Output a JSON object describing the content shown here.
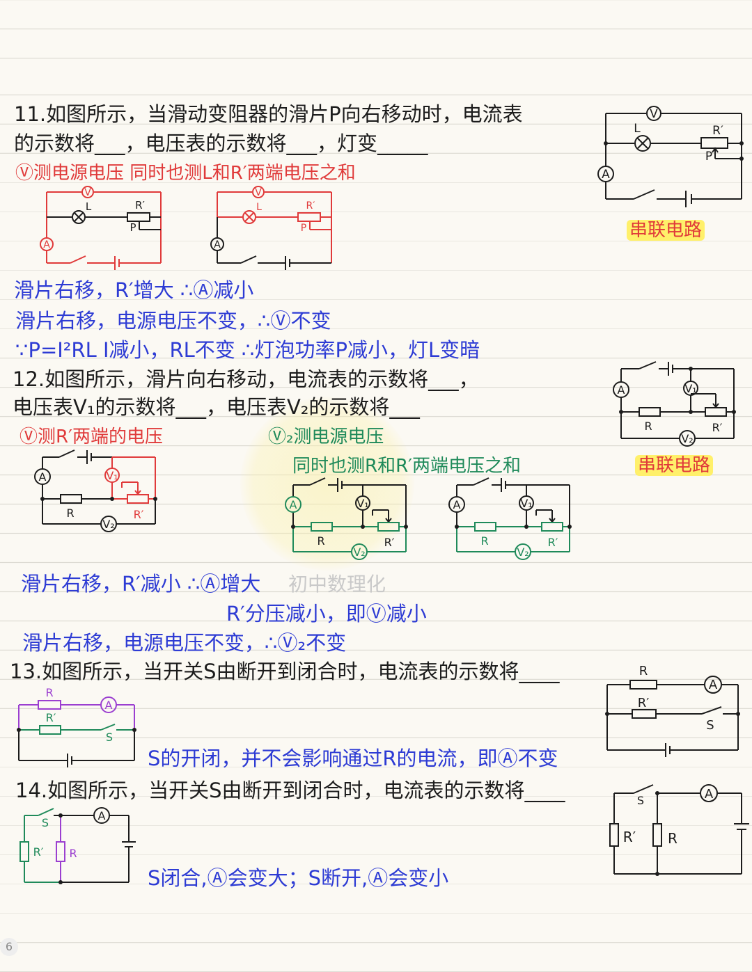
{
  "q11": {
    "line1": "11.如图所示，当滑动变阻器的滑片P向右移动时，电流表",
    "line2": "的示数将___，电压表的示数将___，灯变_____",
    "note": "Ⓥ测电源电压  同时也测L和R′两端电压之和",
    "series_label": "串联电路",
    "ans1": "滑片右移，R′增大  ∴Ⓐ减小",
    "ans2": "滑片右移，电源电压不变，∴Ⓥ不变",
    "ans3": "∵P=I²RL  I减小，RL不变  ∴灯泡功率P减小，灯L变暗"
  },
  "q12": {
    "line1": "12.如图所示，滑片向右移动，电流表的示数将___，",
    "line2": "电压表V₁的示数将___，电压表V₂的示数将___",
    "note1": "Ⓥ测R′两端的电压",
    "note2": "Ⓥ₂测电源电压",
    "note3": "同时也测R和R′两端电压之和",
    "series_label": "串联电路",
    "ans1": "滑片右移，R′减小  ∴Ⓐ增大",
    "ans2": "R′分压减小，即Ⓥ减小",
    "ans3": "滑片右移，电源电压不变，∴Ⓥ₂不变"
  },
  "q13": {
    "line1": "13.如图所示，当开关S由断开到闭合时，电流表的示数将____",
    "ans": "S的开闭，并不会影响通过R的电流，即Ⓐ不变"
  },
  "q14": {
    "line1": "14.如图所示，当开关S由断开到闭合时，电流表的示数将____",
    "ans": "S闭合,Ⓐ会变大；S断开,Ⓐ会变小"
  },
  "watermark": "初中数理化",
  "page_number": "6",
  "circuit_labels": {
    "V": "V",
    "A": "A",
    "L": "L",
    "R": "R",
    "Rp": "R′",
    "P": "P",
    "S": "S",
    "V1": "V₁",
    "V2": "V₂"
  },
  "colors": {
    "black": "#1c1c1c",
    "red": "#e03a3a",
    "blue": "#2d3bd4",
    "green": "#1f8a5a",
    "purple": "#9b3fd0",
    "highlight": "#fff06a"
  }
}
